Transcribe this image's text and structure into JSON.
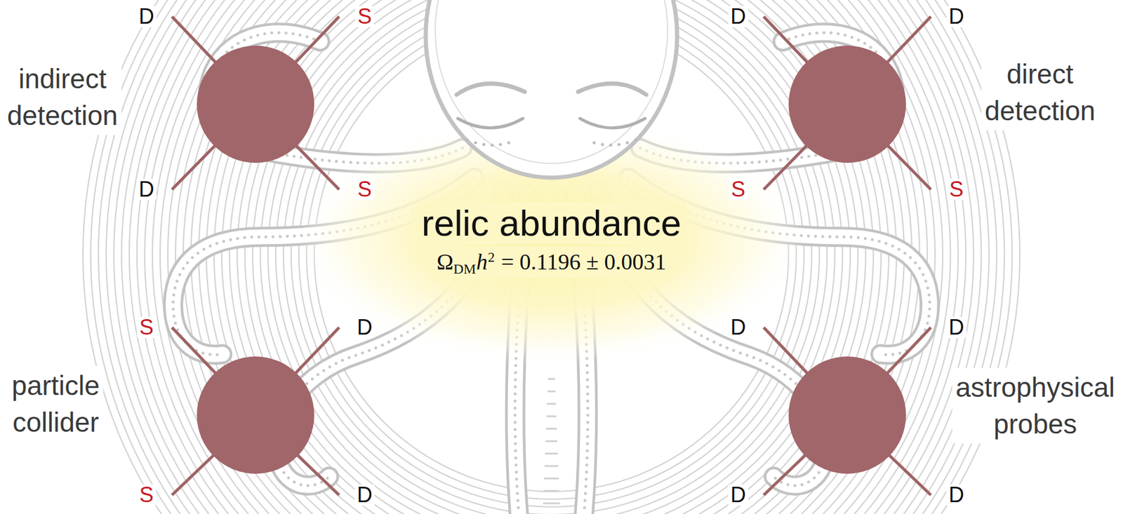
{
  "diagram": {
    "nodes": [
      {
        "text": [
          "indirect detection"
        ]
      },
      {
        "text": [
          "direct detection"
        ]
      },
      {
        "text": [
          "particle collider"
        ]
      },
      {
        "text": [
          "astrophysical probes"
        ]
      }
    ],
    "labels": [
      "relic abundance",
      "Ω",
      "DM",
      "h",
      "2",
      "= 0.1196 ± 0.0031",
      "D",
      "S",
      "D",
      "S",
      "D",
      "D",
      "S",
      "S",
      "S",
      "D",
      "S",
      "D",
      "D",
      "D",
      "D",
      "D"
    ]
  }
}
